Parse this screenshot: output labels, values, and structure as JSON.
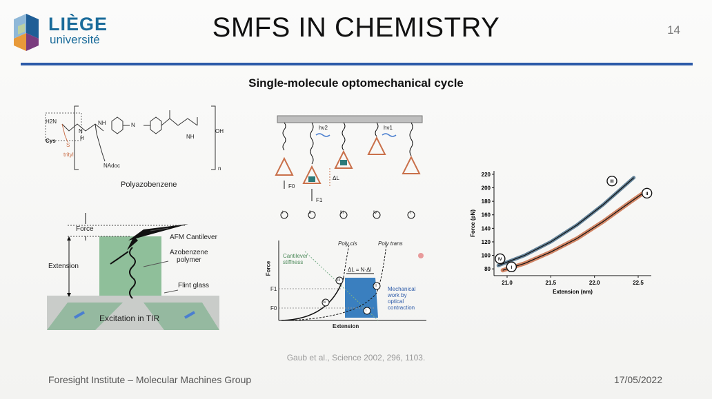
{
  "logo": {
    "name": "LIÈGE",
    "sub": "université"
  },
  "slide": {
    "title": "SMFS IN CHEMISTRY",
    "page_number": "14",
    "subtitle": "Single-molecule optomechanical cycle"
  },
  "structure": {
    "caption": "Polyazobenzene",
    "h2n": "H2N",
    "cys": "Cys",
    "s": "S",
    "trityl": "trityl",
    "nh": "NH",
    "n_adoc": "NAdoc",
    "n": "n",
    "oh": "OH",
    "n_label": "N",
    "h": "H"
  },
  "afm": {
    "force": "Force",
    "extension": "Extension",
    "cantilever": "AFM Cantilever",
    "polymer": "Azobenzene\npolymer",
    "glass": "Flint glass",
    "tir": "Excitation in TIR"
  },
  "cycle": {
    "hv2": "hν2",
    "hv1": "hν1",
    "delta_l": "ΔL",
    "f0": "F0",
    "f1": "F1",
    "stages": [
      "I",
      "II",
      "III",
      "IV",
      "I"
    ]
  },
  "work_plot": {
    "ylabel": "Force",
    "xlabel": "Extension",
    "cantilever": "Cantilever\nstiffness",
    "poly_cis": "Poly cis",
    "poly_trans": "Poly trans",
    "delta": "ΔL = N·Δl",
    "f1": "F1",
    "f0": "F0",
    "mechanical": "Mechanical\nwork by\noptical\ncontraction",
    "roman": [
      "III",
      "II",
      "IV",
      "I"
    ]
  },
  "chart_data": {
    "type": "line",
    "xlabel": "Extension (nm)",
    "ylabel": "Force (pN)",
    "xlim": [
      20.85,
      22.65
    ],
    "ylim": [
      70,
      225
    ],
    "xticks": [
      "21.0",
      "21.5",
      "22.0",
      "22.5"
    ],
    "yticks": [
      "80",
      "100",
      "120",
      "140",
      "160",
      "180",
      "200",
      "220"
    ],
    "points": [
      {
        "label": "I",
        "x": 21.05,
        "y": 83
      },
      {
        "label": "II",
        "x": 22.6,
        "y": 192
      },
      {
        "label": "III",
        "x": 22.2,
        "y": 210
      },
      {
        "label": "IV",
        "x": 20.92,
        "y": 95
      }
    ],
    "series": [
      {
        "color": "#c9704a",
        "x": [
          20.95,
          21.2,
          21.5,
          21.8,
          22.1,
          22.4,
          22.6
        ],
        "y": [
          78,
          88,
          105,
          125,
          150,
          178,
          196
        ]
      },
      {
        "color": "#4a6f88",
        "x": [
          20.9,
          21.2,
          21.5,
          21.8,
          22.1,
          22.3,
          22.45
        ],
        "y": [
          85,
          100,
          120,
          145,
          175,
          198,
          215
        ]
      }
    ]
  },
  "credit": "Gaub et al., Science 2002, 296, 1103.",
  "footer": {
    "left": "Foresight Institute – Molecular Machines Group",
    "right": "17/05/2022"
  },
  "colors": {
    "accent": "#2c5aa8",
    "brand": "#1a6b9a"
  }
}
